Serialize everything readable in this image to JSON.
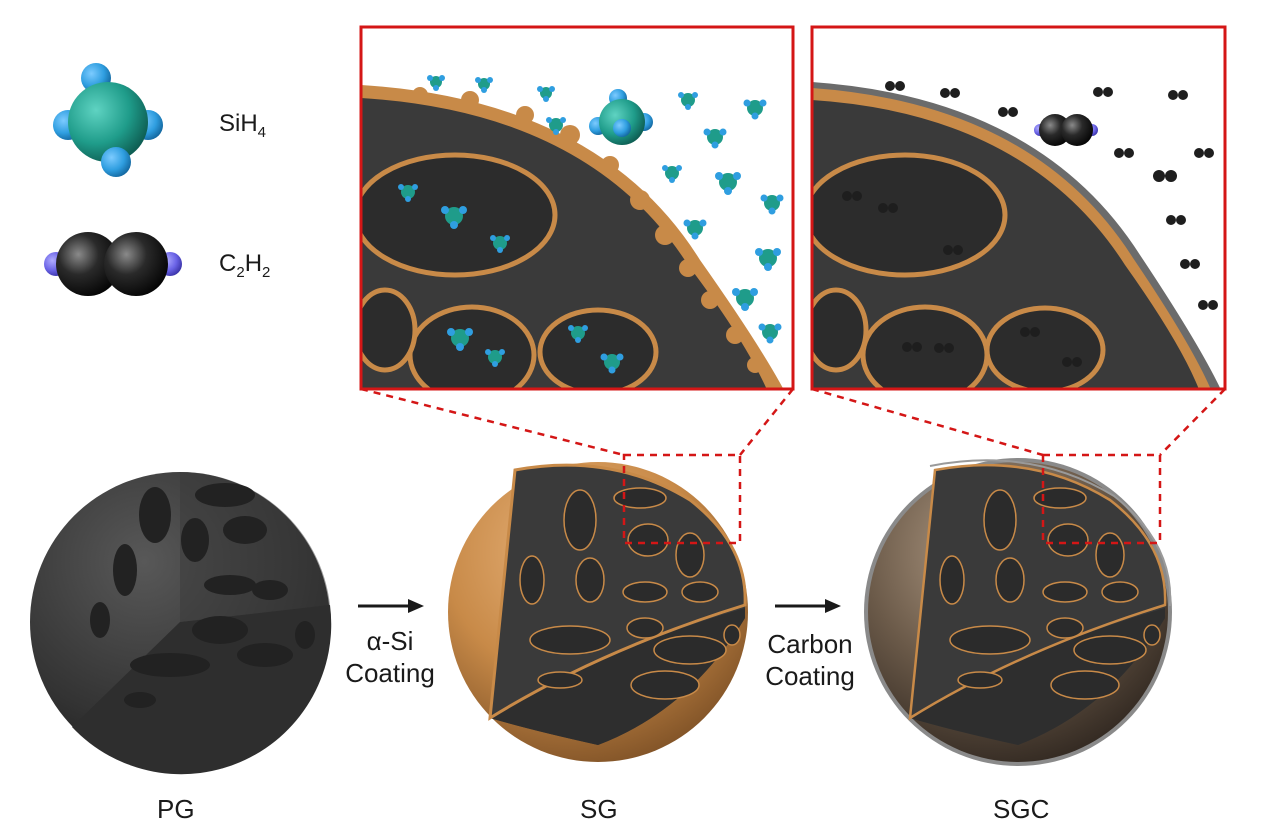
{
  "legend": {
    "silane": {
      "formula_main": "SiH",
      "formula_sub": "4"
    },
    "acetylene": {
      "c": "C",
      "c_sub": "2",
      "h": "H",
      "h_sub": "2"
    }
  },
  "steps": [
    {
      "line1": "α-Si",
      "line2": "Coating"
    },
    {
      "line1": "Carbon",
      "line2": "Coating"
    }
  ],
  "particles": [
    "PG",
    "SG",
    "SGC"
  ],
  "colors": {
    "core": "#3a3a3a",
    "silicon": "#c88a48",
    "carbon": "#6b5a49",
    "silane_body": "#1f9c8a",
    "hydrogen": "#2f9ee0",
    "carbon_atom": "#1e1e1e",
    "acetylene_h": "#6a63e6",
    "inset_frame": "#d41616"
  }
}
